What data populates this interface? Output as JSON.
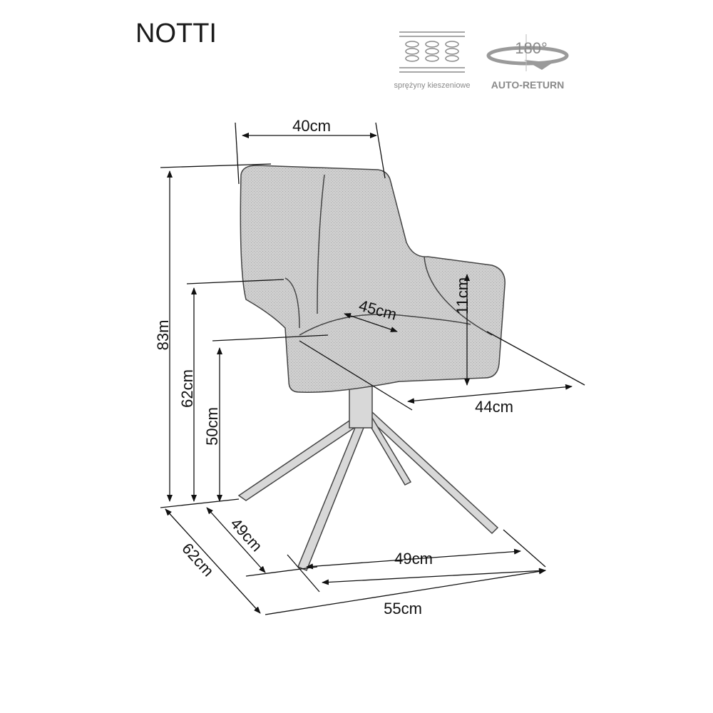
{
  "product": {
    "name": "NOTTI"
  },
  "features": [
    {
      "icon": "pocket-springs-icon",
      "label": "sprężyny kieszeniowe"
    },
    {
      "icon": "rotation-180-icon",
      "degree": "180°",
      "label": "AUTO-RETURN"
    }
  ],
  "dimensions": {
    "backrest_width": "40cm",
    "total_height": "83m",
    "armrest_height": "62cm",
    "seat_height": "50cm",
    "armrest_above_seat": "11cm",
    "seat_depth": "45cm",
    "seat_width": "44cm",
    "base_depth": "49cm",
    "total_depth": "62cm",
    "base_width": "49cm",
    "total_width": "55cm"
  },
  "colors": {
    "line": "#111111",
    "chair_fill": "#c9c9c9",
    "icon": "#8a8a8a"
  }
}
